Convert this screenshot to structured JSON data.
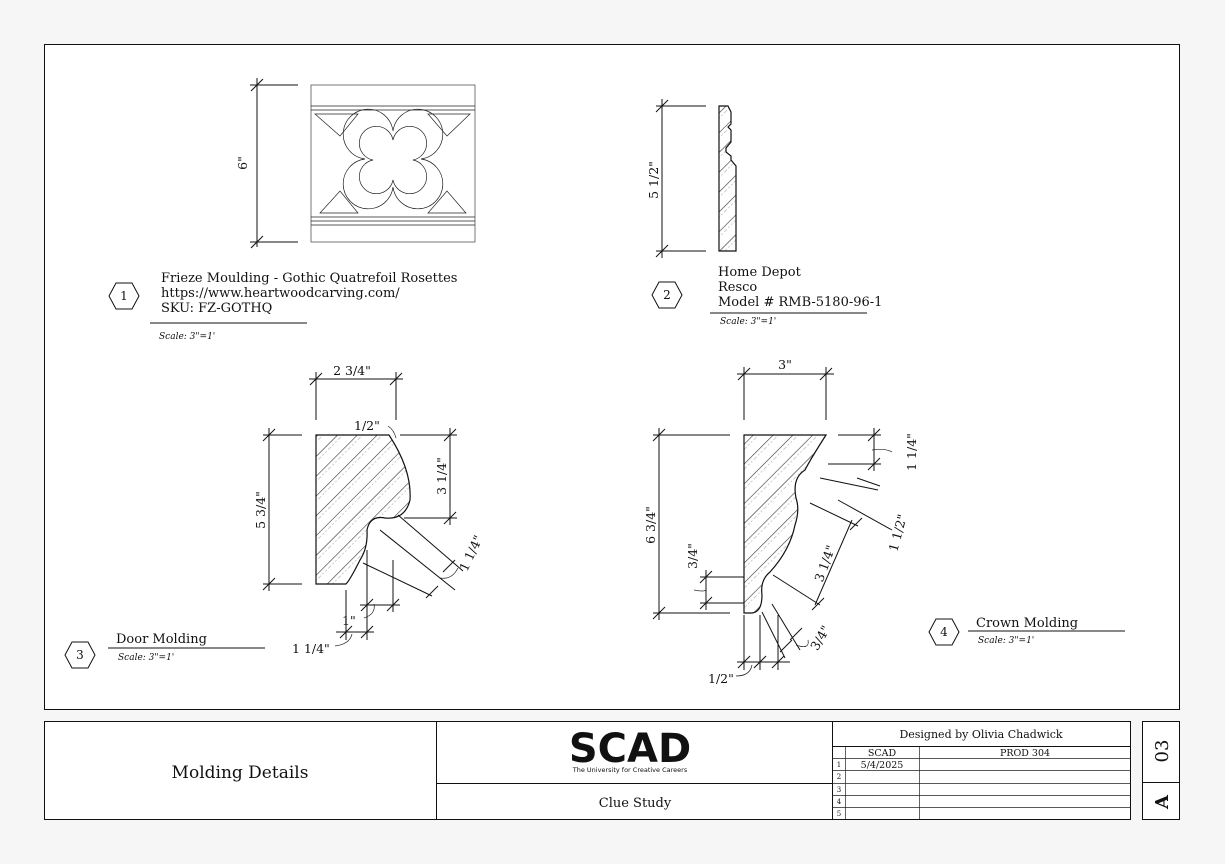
{
  "details": [
    {
      "number": "1",
      "caption_lines": [
        "Frieze Moulding - Gothic Quatrefoil Rosettes",
        "https://www.heartwoodcarving.com/",
        "SKU: FZ-GOTHQ"
      ],
      "scale": "Scale: 3\"=1'",
      "dims": [
        "6\""
      ]
    },
    {
      "number": "2",
      "caption_lines": [
        "Home Depot",
        "Resco",
        "Model # RMB-5180-96-1"
      ],
      "scale": "Scale: 3\"=1'",
      "dims": [
        "5 1/2\""
      ]
    },
    {
      "number": "3",
      "caption_lines": [
        "Door Molding"
      ],
      "scale": "Scale: 3\"=1'",
      "dims": [
        "2 3/4\"",
        "1/2\"",
        "3 1/4\"",
        "5 3/4\"",
        "1 1/4\"",
        "1\"",
        "1 1/4\""
      ]
    },
    {
      "number": "4",
      "caption_lines": [
        "Crown Molding"
      ],
      "scale": "Scale: 3\"=1'",
      "dims": [
        "3\"",
        "1 1/4\"",
        "1 1/2\"",
        "3 1/4\"",
        "6 3/4\"",
        "3/4\"",
        "3/4\"",
        "1/2\""
      ]
    }
  ],
  "title_block": {
    "drawing_title": "Molding Details",
    "logo_text": "SCAD",
    "logo_tagline": "The University for Creative Careers",
    "project_name": "Clue Study",
    "designer": "Designed by Olivia Chadwick",
    "school": "SCAD",
    "course": "PROD 304",
    "revision_rows": [
      {
        "num": "1",
        "date": "5/4/2025"
      },
      {
        "num": "2",
        "date": ""
      },
      {
        "num": "3",
        "date": ""
      },
      {
        "num": "4",
        "date": ""
      },
      {
        "num": "5",
        "date": ""
      }
    ],
    "sheet_letter": "A",
    "sheet_number": "03"
  }
}
